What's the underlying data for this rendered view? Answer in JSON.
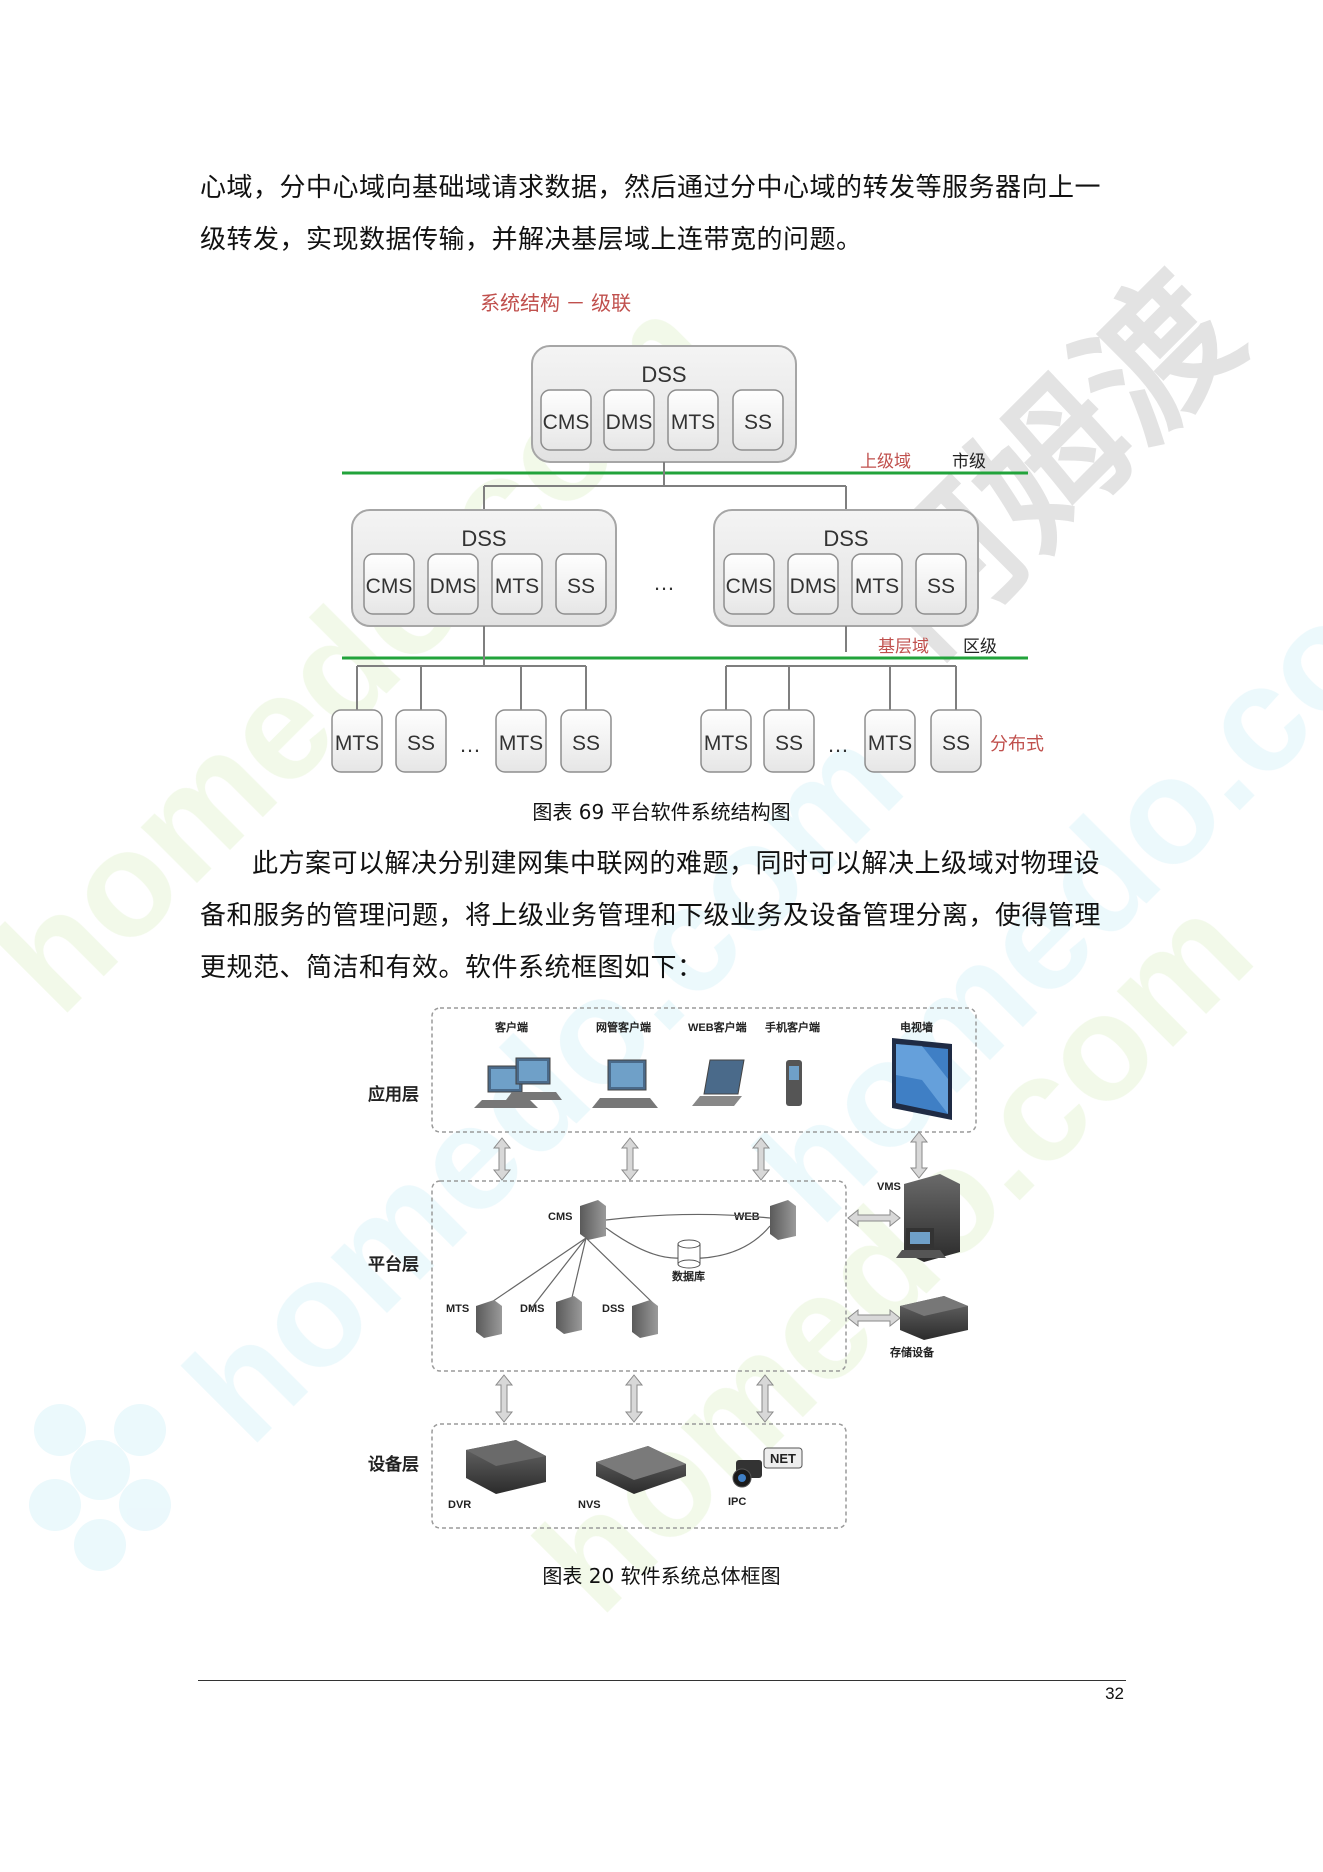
{
  "body": {
    "para1_line1": "心域，分中心域向基础域请求数据，然后通过分中心域的转发等服务器向上一",
    "para1_line2": "级转发，实现数据传输，并解决基层域上连带宽的问题。",
    "para2_line1": "此方案可以解决分别建网集中联网的难题，同时可以解决上级域对物理设",
    "para2_line2": "备和服务的管理问题，将上级业务管理和下级业务及设备管理分离，使得管理",
    "para2_line3": "更规范、简洁和有效。软件系统框图如下："
  },
  "figure1": {
    "title": "系统结构 － 级联",
    "top_dss": "DSS",
    "modules": [
      "CMS",
      "DMS",
      "MTS",
      "SS"
    ],
    "upper_domain_label": "上级域",
    "city_label": "市级",
    "mid_dss_left": "DSS",
    "mid_dss_right": "DSS",
    "ellipsis": "…",
    "base_domain_label": "基层域",
    "district_label": "区级",
    "leaf_nodes": [
      "MTS",
      "SS",
      "MTS",
      "SS",
      "MTS",
      "SS",
      "MTS",
      "SS"
    ],
    "distributed_label": "分布式",
    "caption": "图表 69 平台软件系统结构图"
  },
  "figure2": {
    "app_layer": "应用层",
    "platform_layer": "平台层",
    "device_layer": "设备层",
    "client": "客户端",
    "nms_client": "网管客户端",
    "web_client": "WEB客户端",
    "mobile_client": "手机客户端",
    "tv_wall": "电视墙",
    "cms": "CMS",
    "web": "WEB",
    "database": "数据库",
    "mts": "MTS",
    "dms": "DMS",
    "dss": "DSS",
    "vms": "VMS",
    "storage": "存储设备",
    "dvr": "DVR",
    "nvs": "NVS",
    "ipc": "IPC",
    "net": "NET",
    "caption": "图表 20 软件系统总体框图"
  },
  "watermark": {
    "text_cn": "阿姆渡",
    "text_en": "homedo.com"
  },
  "footer": {
    "page_number": "32"
  }
}
